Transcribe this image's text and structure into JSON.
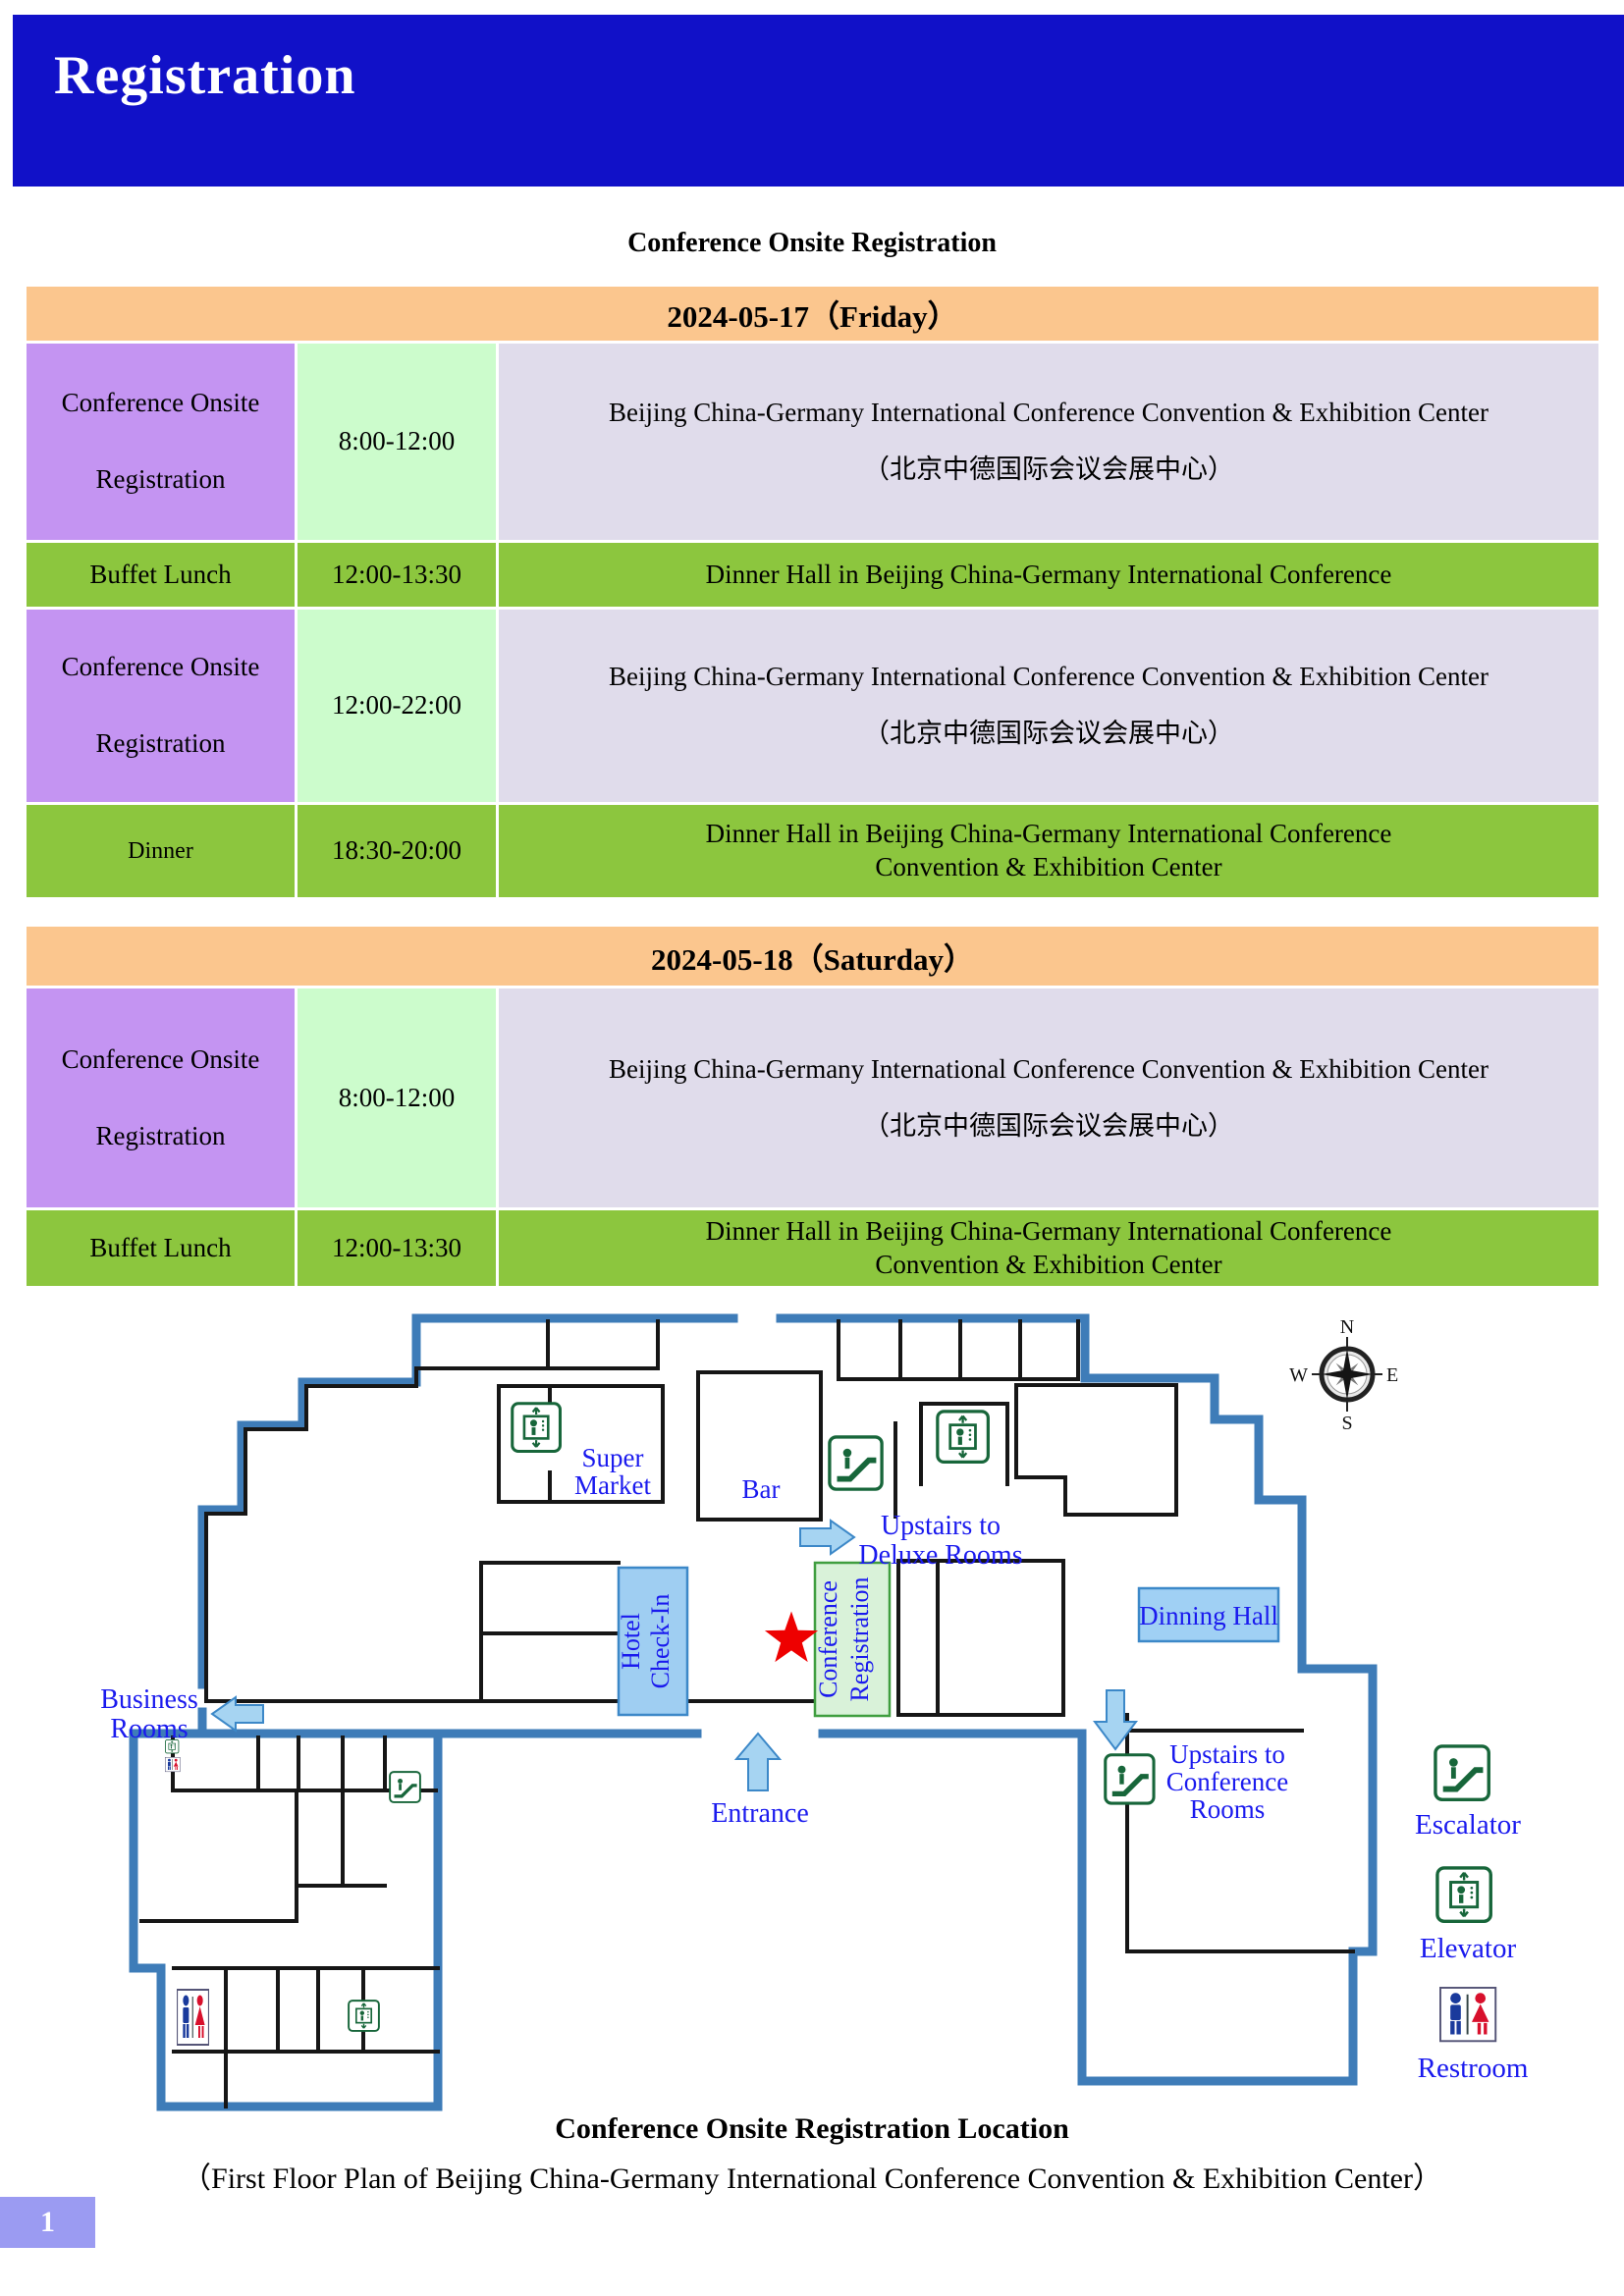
{
  "page": {
    "banner_title": "Registration",
    "page_number": "1"
  },
  "schedule": {
    "title": "Conference Onsite Registration",
    "days": [
      {
        "date": "2024-05-17（Friday）",
        "rows": [
          {
            "activity1": "Conference Onsite",
            "activity2": "Registration",
            "time": "8:00-12:00",
            "loc1": "Beijing China-Germany International Conference Convention & Exhibition Center",
            "loc2": "（北京中德国际会议会展中心）"
          },
          {
            "activity": "Buffet Lunch",
            "time": "12:00-13:30",
            "loc": "Dinner Hall in Beijing China-Germany International Conference"
          },
          {
            "activity1": "Conference Onsite",
            "activity2": "Registration",
            "time": "12:00-22:00",
            "loc1": "Beijing China-Germany International Conference Convention & Exhibition Center",
            "loc2": "（北京中德国际会议会展中心）"
          },
          {
            "activity": "Dinner",
            "time": "18:30-20:00",
            "loc1": "Dinner Hall in Beijing China-Germany International Conference",
            "loc2": "Convention & Exhibition Center"
          }
        ]
      },
      {
        "date": "2024-05-18（Saturday）",
        "rows": [
          {
            "activity1": "Conference Onsite",
            "activity2": "Registration",
            "time": "8:00-12:00",
            "loc1": "Beijing China-Germany International Conference Convention & Exhibition Center",
            "loc2": "（北京中德国际会议会展中心）"
          },
          {
            "activity": "Buffet Lunch",
            "time": "12:00-13:30",
            "loc1": "Dinner Hall in Beijing China-Germany International Conference",
            "loc2": "Convention & Exhibition Center"
          }
        ]
      }
    ]
  },
  "map": {
    "labels": {
      "super1": "Super",
      "super2": "Market",
      "bar": "Bar",
      "hotel1": "Hotel",
      "hotel2": "Check-In",
      "confreg1": "Conference",
      "confreg2": "Registration",
      "dinning": "Dinning Hall",
      "biz1": "Business",
      "biz2": "Rooms",
      "entrance": "Entrance",
      "deluxe1": "Upstairs to",
      "deluxe2": "Deluxe Rooms",
      "upconf1": "Upstairs to",
      "upconf2": "Conference",
      "upconf3": "Rooms",
      "legend_escalator": "Escalator",
      "legend_elevator": "Elevator",
      "legend_restroom": "Restroom",
      "compass_n": "N",
      "compass_s": "S",
      "compass_e": "E",
      "compass_w": "W"
    },
    "colors": {
      "outer_border": "#3e7cb8",
      "wall": "#161616",
      "label_blue": "#1a1aee",
      "icon_green": "#17663a",
      "star_red": "#ee0000",
      "arrow_fill": "#a6d4f2",
      "box_blue": "#9fcef2",
      "box_green": "#d9f2d9"
    }
  },
  "caption": {
    "line1": "Conference Onsite Registration Location",
    "line2": "（First Floor Plan of Beijing China-Germany International Conference Convention & Exhibition Center）"
  }
}
